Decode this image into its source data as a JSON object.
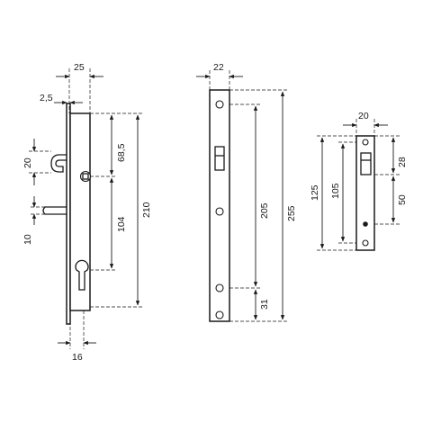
{
  "lock_1": {
    "width_top": "25",
    "flange": "2,5",
    "hook_height": "20",
    "latch_height": "10",
    "top_to_spindle": "68,5",
    "spindle_to_cylinder": "104",
    "total_height": "210",
    "bottom_width": "16"
  },
  "lock_2": {
    "width": "22",
    "hole_span": "205",
    "total_height": "255",
    "bottom_offset": "31"
  },
  "lock_3": {
    "width": "20",
    "top_offset": "28",
    "lower_offset": "50",
    "total_height": "125",
    "hole_span": "105"
  },
  "colors": {
    "line": "#1a1a1a",
    "background": "#ffffff"
  }
}
